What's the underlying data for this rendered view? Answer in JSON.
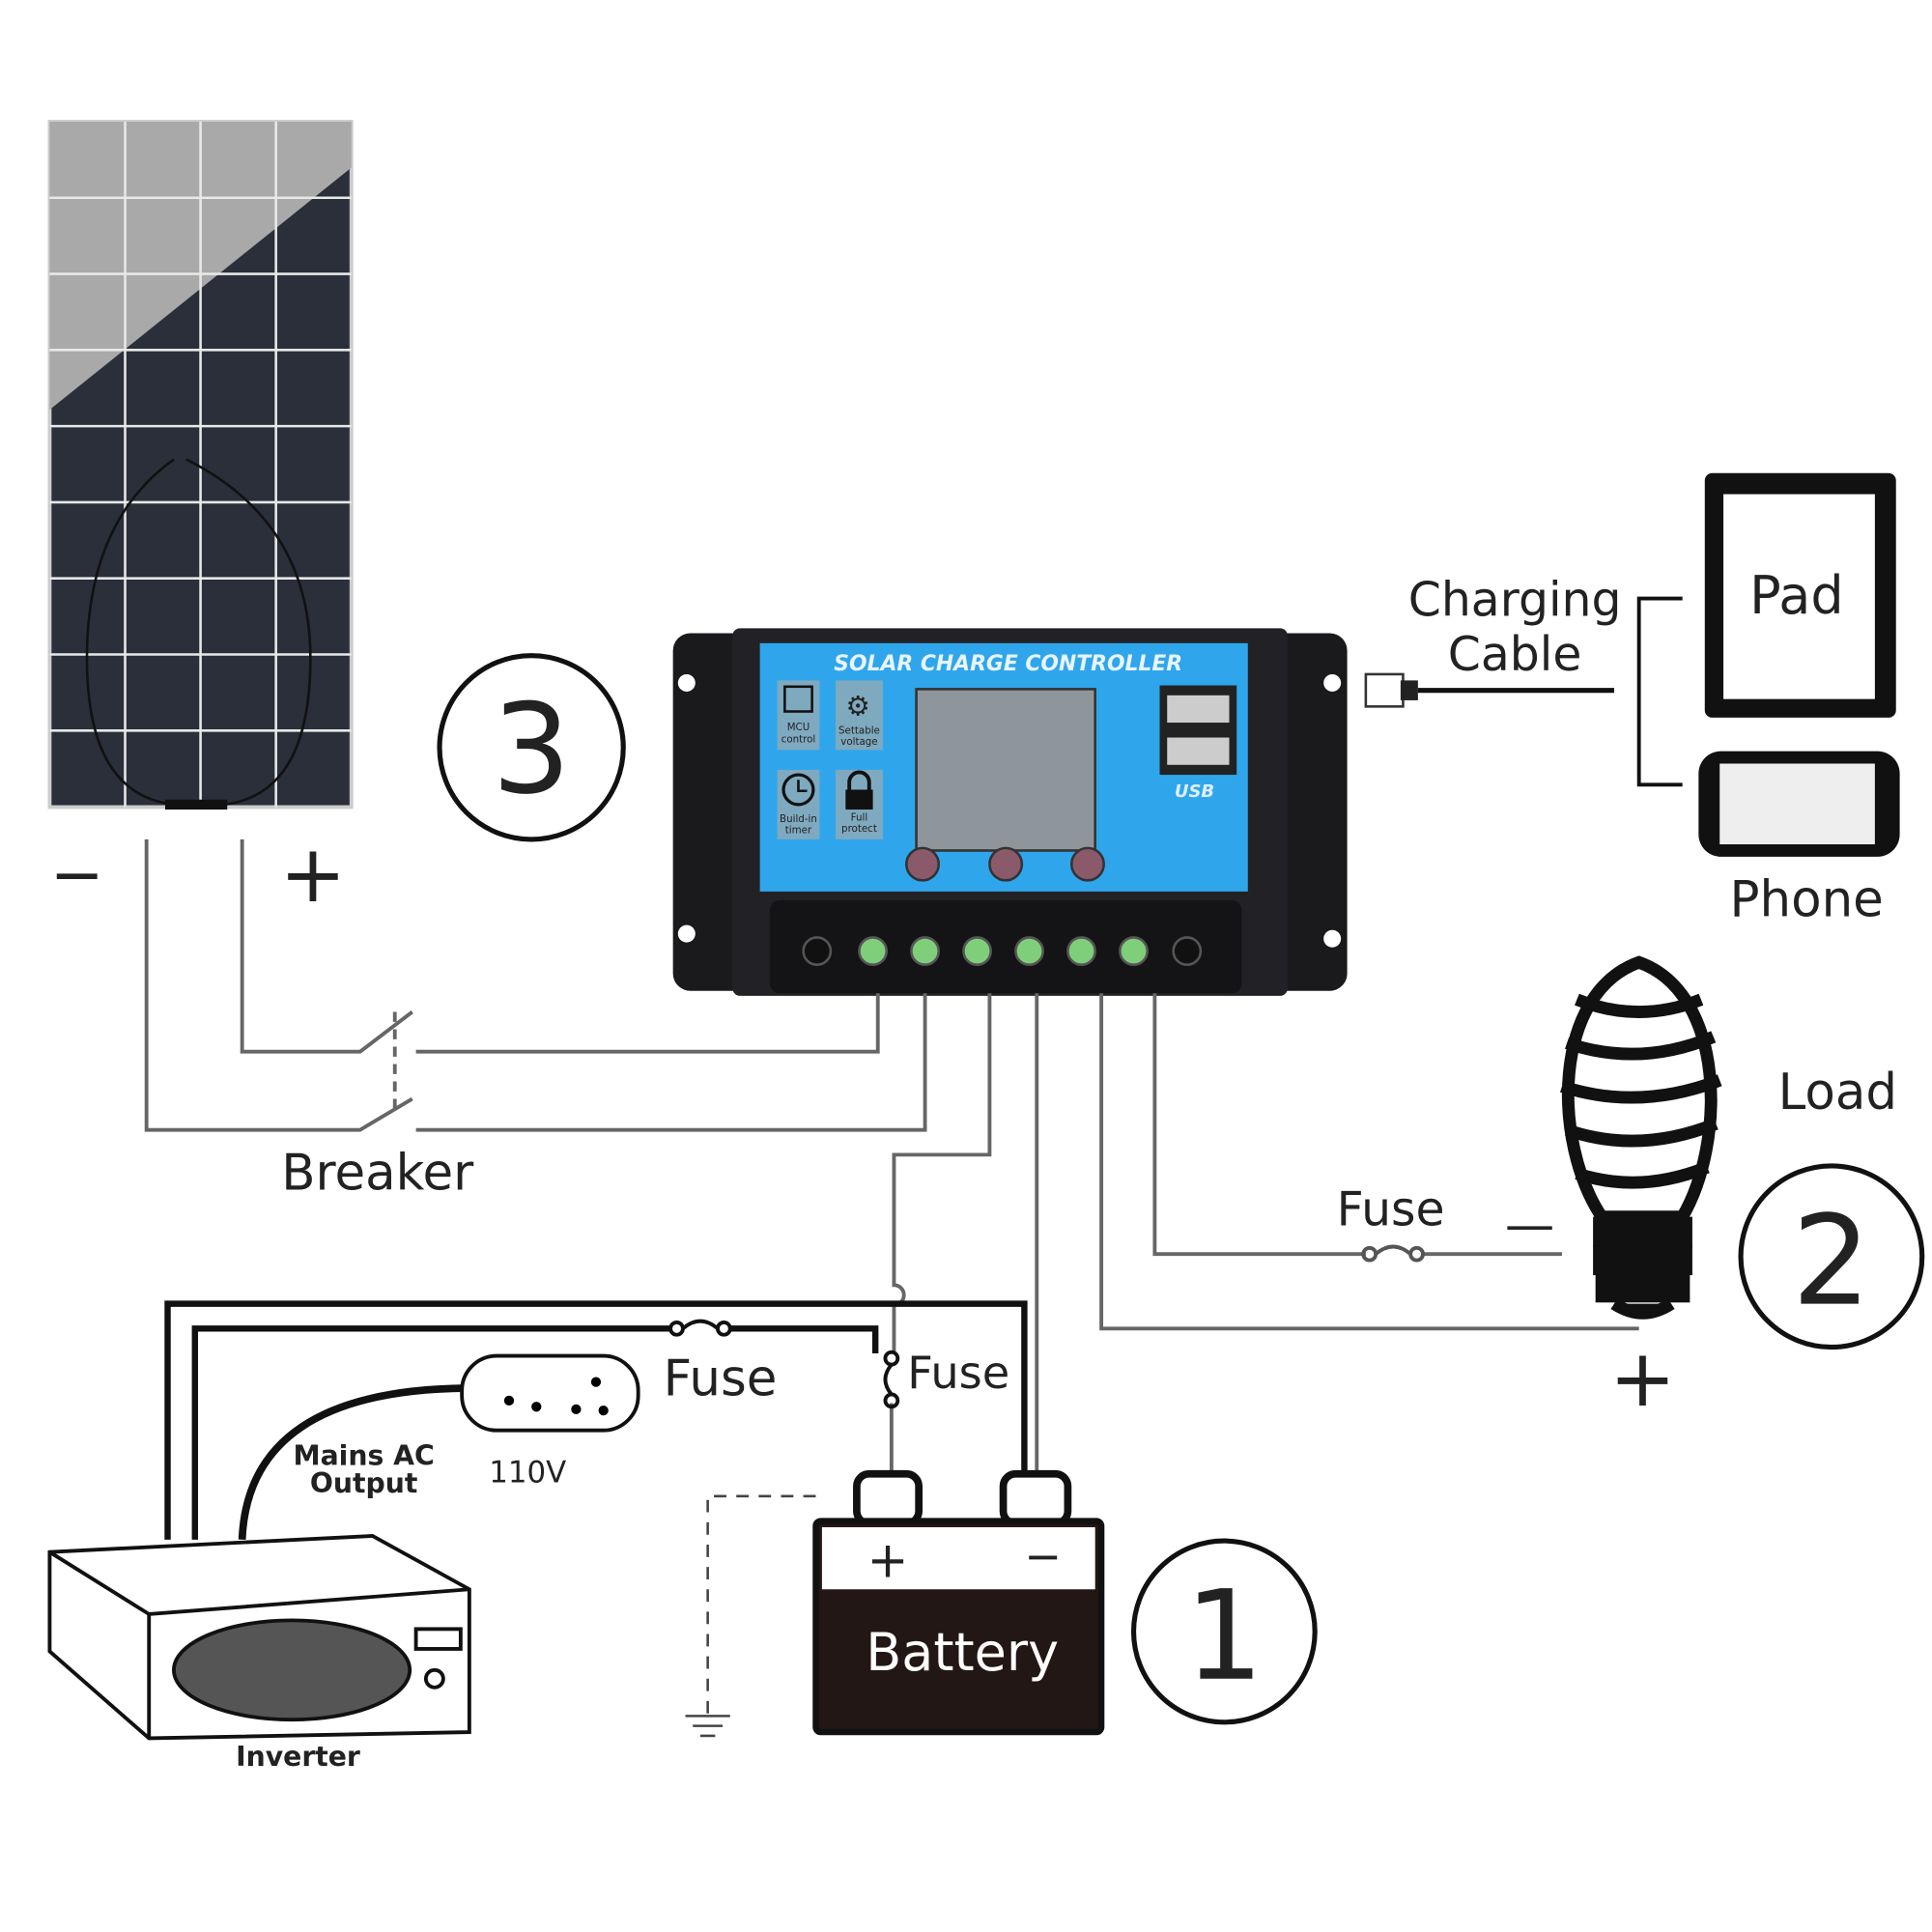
{
  "controller": {
    "title": "SOLAR CHARGE CONTROLLER",
    "features": [
      {
        "icon": "chip-icon",
        "label_1": "MCU",
        "label_2": "control"
      },
      {
        "icon": "gear-icon",
        "label_1": "Settable",
        "label_2": "voltage"
      },
      {
        "icon": "clock-icon",
        "label_1": "Build-in",
        "label_2": "timer"
      },
      {
        "icon": "lock-icon",
        "label_1": "Full",
        "label_2": "protect"
      }
    ],
    "usb_label": "USB",
    "panel_color": "#2fa6ec"
  },
  "solar_panel": {
    "minus": "−",
    "plus": "+"
  },
  "labels": {
    "breaker": "Breaker",
    "charging_cable_1": "Charging",
    "charging_cable_2": "Cable",
    "pad": "Pad",
    "phone": "Phone",
    "load": "Load",
    "fuse_load": "Fuse",
    "fuse_inverter": "Fuse",
    "fuse_battery": "Fuse",
    "mains_1": "Mains AC",
    "mains_2": "Output",
    "voltage": "110V",
    "inverter": "Inverter",
    "battery": "Battery",
    "battery_plus": "+",
    "battery_minus": "−",
    "load_minus": "—",
    "load_plus": "+"
  },
  "steps": {
    "one": "1",
    "two": "2",
    "three": "3"
  }
}
